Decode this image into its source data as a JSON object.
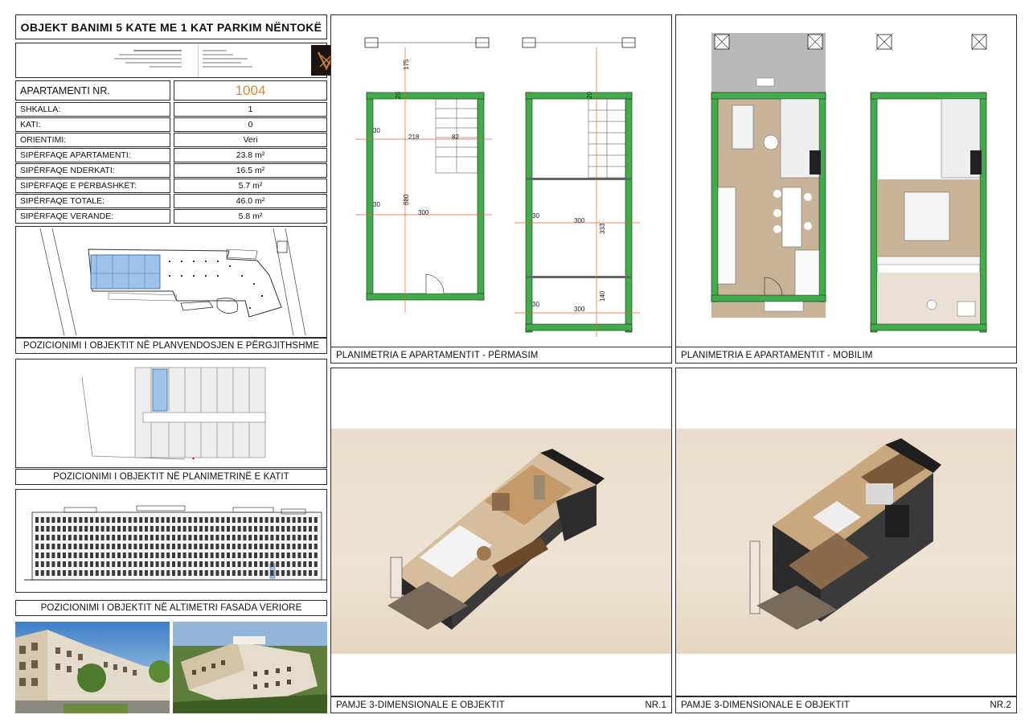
{
  "title": "OBJEKT BANIMI 5 KATE ME 1 KAT PARKIM NËNTOKË",
  "apartment": {
    "label": "APARTAMENTI NR.",
    "number": "1004",
    "rows": [
      {
        "label": "SHKALLA:",
        "value": "1"
      },
      {
        "label": "KATI:",
        "value": "0"
      },
      {
        "label": "ORIENTIMI:",
        "value": "Veri"
      },
      {
        "label": "SIPËRFAQE APARTAMENTI:",
        "value": "23.8 m²"
      },
      {
        "label": "SIPËRFAQE NDERKATI:",
        "value": "16.5 m²"
      },
      {
        "label": "SIPËRFAQE E PËRBASHKËT:",
        "value": "5.7 m²"
      },
      {
        "label": "SIPËRFAQE TOTALE:",
        "value": "46.0 m²"
      },
      {
        "label": "SIPËRFAQE VERANDE:",
        "value": "5.8 m²"
      }
    ]
  },
  "captions": {
    "site_plan": "POZICIONIMI I OBJEKTIT NË PLANVENDOSJEN E PËRGJITHSHME",
    "floor_plan": "POZICIONIMI I OBJEKTIT NË PLANIMETRINË E KATIT",
    "elevation": "POZICIONIMI I OBJEKTIT NË ALTIMETRI FASADA VERIORE",
    "plan_dimensions": "PLANIMETRIA E APARTAMENTIT - PËRMASIM",
    "plan_furnished": "PLANIMETRIA E APARTAMENTIT - MOBILIM",
    "view_3d": "PAMJE 3-DIMENSIONALE E OBJEKTIT",
    "view_3d_nr1": "NR.1",
    "view_3d_nr2": "NR.2"
  },
  "dimensions": {
    "d175": "175",
    "d20": "20",
    "d218": "218",
    "d82": "82",
    "d30": "30",
    "d680": "680",
    "d300": "300",
    "d333": "333",
    "d140": "140"
  },
  "colors": {
    "wall_green": "#3fae4a",
    "dimension_orange": "#e0672a",
    "apt_number": "#e38a2a",
    "wood_floor": "#c9b49a",
    "highlight_blue": "#9ec3ea"
  }
}
